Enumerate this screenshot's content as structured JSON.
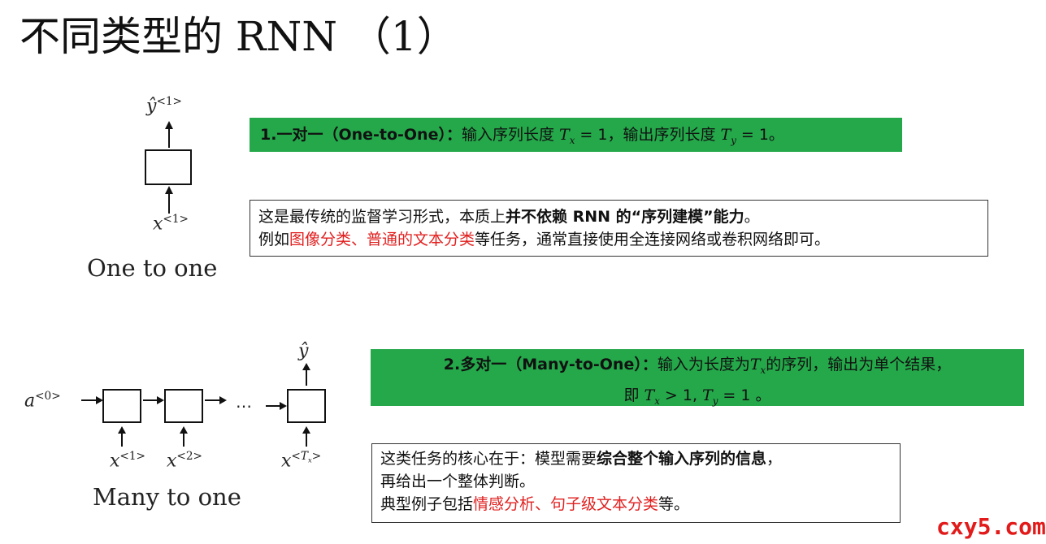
{
  "title": "不同类型的 RNN （1）",
  "section1": {
    "header": {
      "prefix": "1.一对一（One-to-One）：",
      "text1": "输入序列长度 ",
      "tx_var": "T",
      "tx_sub": "x",
      "eq1": " = 1，输出序列长度 ",
      "ty_var": "T",
      "ty_sub": "y",
      "eq2": " = 1。"
    },
    "desc": {
      "line1_a": "这是最传统的监督学习形式，本质上",
      "line1_bold": "并不依赖 RNN 的“序列建模”能力",
      "line1_b": "。",
      "line2_a": "例如",
      "line2_red": "图像分类、普通的文本分类",
      "line2_b": "等任务，通常直接使用全连接网络或卷积网络即可。"
    },
    "diagram": {
      "y_hat": "ŷ",
      "y_sup": "<1>",
      "x": "x",
      "x_sup": "<1>",
      "caption": "One to one"
    }
  },
  "section2": {
    "header": {
      "prefix": "2.多对一（Many-to-One）：",
      "text1": "输入为长度为",
      "tx_var": "T",
      "tx_sub": "x",
      "text2": "的序列，输出为单个结果，",
      "line2_a": "即 ",
      "line2_tx": "T",
      "line2_tx_sub": "x",
      "line2_mid": " > 1, ",
      "line2_ty": "T",
      "line2_ty_sub": "y",
      "line2_end": " = 1 。"
    },
    "desc": {
      "line1_a": "这类任务的核心在于：模型需要",
      "line1_bold": "综合整个输入序列的信息",
      "line1_b": "，",
      "line2": "再给出一个整体判断。",
      "line3_a": "典型例子包括",
      "line3_red": "情感分析、句子级文本分类",
      "line3_b": "等。"
    },
    "diagram": {
      "a": "a",
      "a_sup": "<0>",
      "y_hat": "ŷ",
      "ellipsis": "⋯",
      "x": "x",
      "x1_sup": "<1>",
      "x2_sup": "<2>",
      "xT_sup_open": "<",
      "xT_sup_var": "T",
      "xT_sup_sub": "x",
      "xT_sup_close": ">",
      "caption": "Many to one"
    }
  },
  "watermark": "cxy5.com",
  "colors": {
    "green": "#24a84a",
    "red": "#e0201f",
    "watermark": "#e21a1a"
  }
}
